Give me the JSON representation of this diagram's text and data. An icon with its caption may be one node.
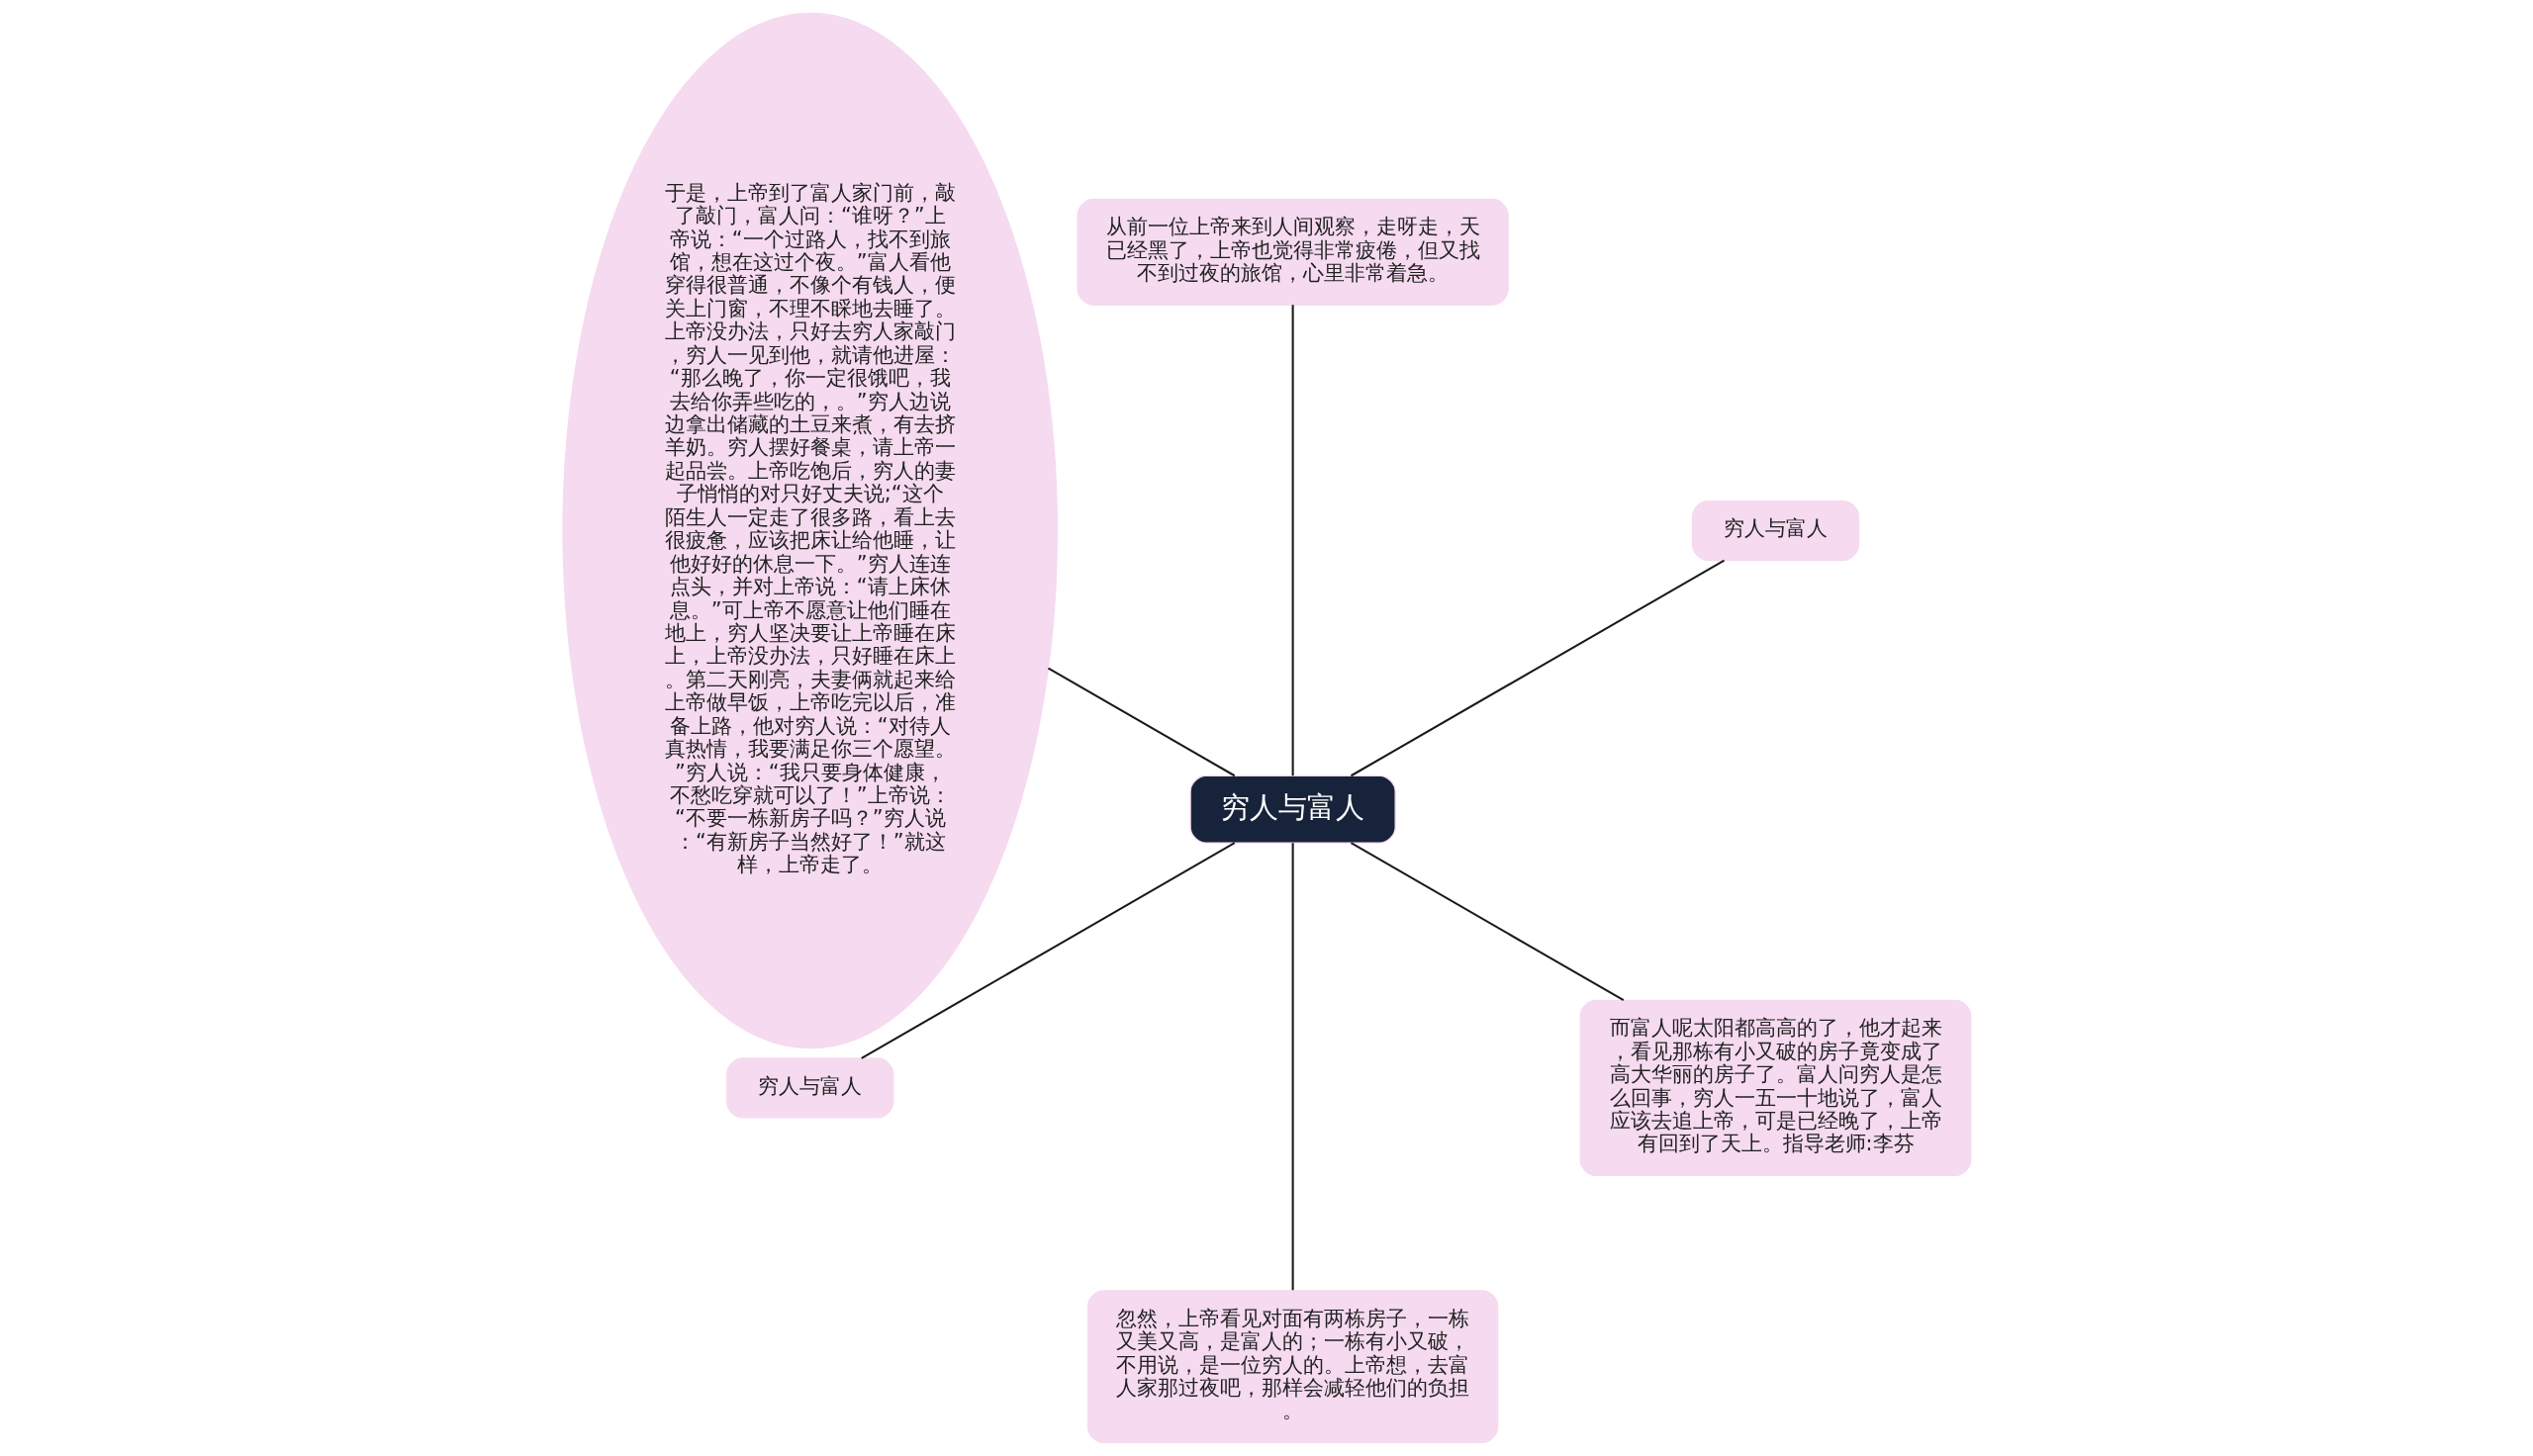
{
  "diagram": {
    "nodes": [
      {
        "text": [
          "穷人与富人"
        ]
      },
      {
        "text": [
          "穷人与富人"
        ]
      },
      {
        "text": [
          "从前一位上帝来到人间观察，走呀走，天已经黑了，上帝也觉得非常疲倦，但又找不到过夜的旅馆，心里非常着急。"
        ]
      },
      {
        "text": [
          "于是，上帝到了富人家门前，敲了敲门，富人问：“谁呀？”上帝说：“一个过路人，找不到旅馆，想在这过个夜。”富人看他穿得很普通，不像个有钱人，便关上门窗，不理不睬地去睡了。上帝没办法，只好去穷人家敲门，穷人一见到他，就请他进屋：“那么晚了，你一定很饿吧，我去给你弄些吃的，。”穷人边说边拿出储藏的土豆来煮，有去挤羊奶。穷人摆好餐桌，请上帝一起品尝。上帝吃饱后，穷人的妻子悄悄的对只好丈夫说;“这个陌生人一定走了很多路，看上去很疲惫，应该把床让给他睡，让他好好的休息一下。”穷人连连点头，并对上帝说：“请上床休息。”可上帝不愿意让他们睡在地上，穷人坚决要让上帝睡在床上，上帝没办法，只好睡在床上。第二天刚亮，夫妻俩就起来给上帝做早饭，上帝吃完以后，准备上路，他对穷人说：“对待人真热情，我要满足你三个愿望。”穷人说：“我只要身体健康，不愁吃穿就可以了！”上帝说：“不要一栋新房子吗？”穷人说：“有新房子当然好了！”就这样，上帝走了。"
        ]
      },
      {
        "text": [
          "穷人与富人"
        ]
      },
      {
        "text": [
          "忽然，上帝看见对面有两栋房子，一栋又美又高，是富人的；一栋有小又破，不用说，是一位穷人的。上帝想，去富人家那过夜吧，那样会减轻他们的负担。"
        ]
      },
      {
        "text": [
          "而富人呢太阳都高高的了，他才起来，看见那栋有小又破的房子竟变成了高大华丽的房子了。富人问穷人是怎么回事，穷人一五一十地说了，富人应该去追上帝，可是已经晚了，上帝有回到了天上。指导老师:李芬"
        ]
      }
    ],
    "edges": [
      {
        "from": 0,
        "to": 1,
        "arrow": "none"
      },
      {
        "from": 0,
        "to": 2,
        "arrow": "none"
      },
      {
        "from": 0,
        "to": 3,
        "arrow": "none"
      },
      {
        "from": 0,
        "to": 4,
        "arrow": "none"
      },
      {
        "from": 0,
        "to": 5,
        "arrow": "none"
      },
      {
        "from": 0,
        "to": 6,
        "arrow": "none"
      }
    ]
  }
}
